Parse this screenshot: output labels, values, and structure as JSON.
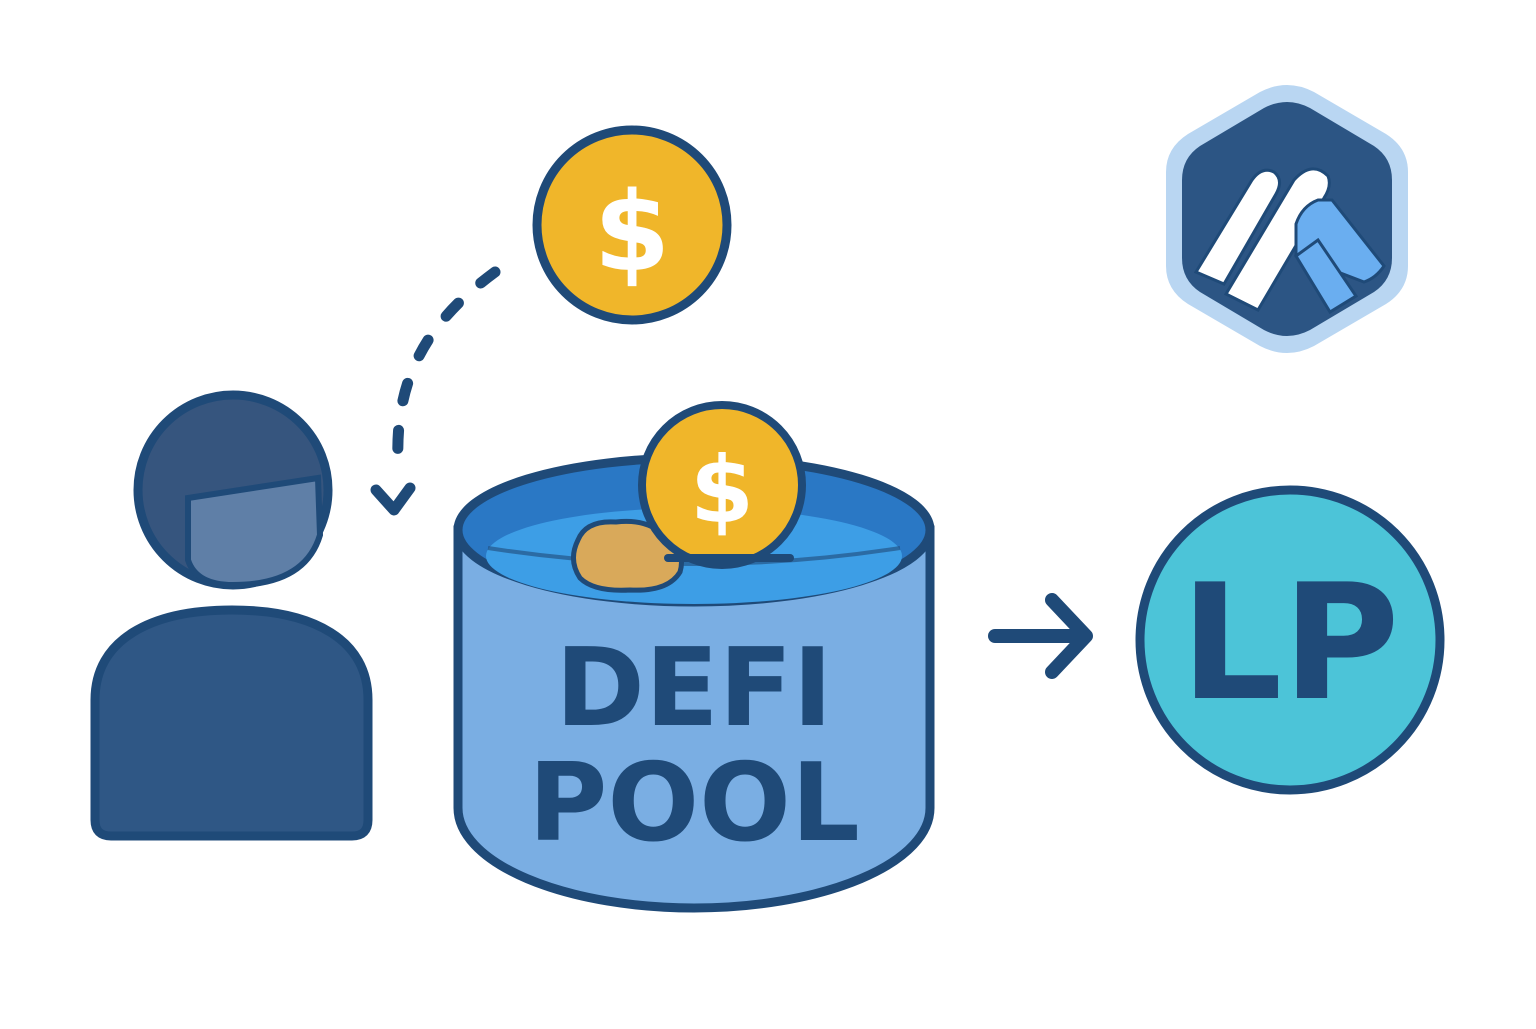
{
  "colors": {
    "outline": "#1f4a78",
    "coin_fill": "#f0b62a",
    "person_fill": "#2f5785",
    "person_face": "#5f7fa7",
    "person_hair": "#36557e",
    "pool_body": "#7aaee3",
    "pool_water": "#3d9ee6",
    "pool_inner_dark": "#2a78c5",
    "lp_fill": "#4cc4d8",
    "logo_halo": "#b9d6f2",
    "logo_body": "#2c5584",
    "logo_accent": "#6aaef0",
    "nugget": "#d9a95a"
  },
  "icons": {
    "user": "user-icon",
    "coin_flying": "dollar-coin-icon",
    "coin_in_pool": "dollar-coin-icon",
    "pool": "pool-container-icon",
    "arrow_dashed": "curved-dashed-arrow-icon",
    "arrow_right": "arrow-right-icon",
    "lp_token": "lp-token-icon",
    "logo": "hexagon-logo-icon"
  },
  "labels": {
    "coin_symbol": "$",
    "pool_line1": "DEFI",
    "pool_line2": "POOL",
    "lp_text": "LP"
  }
}
